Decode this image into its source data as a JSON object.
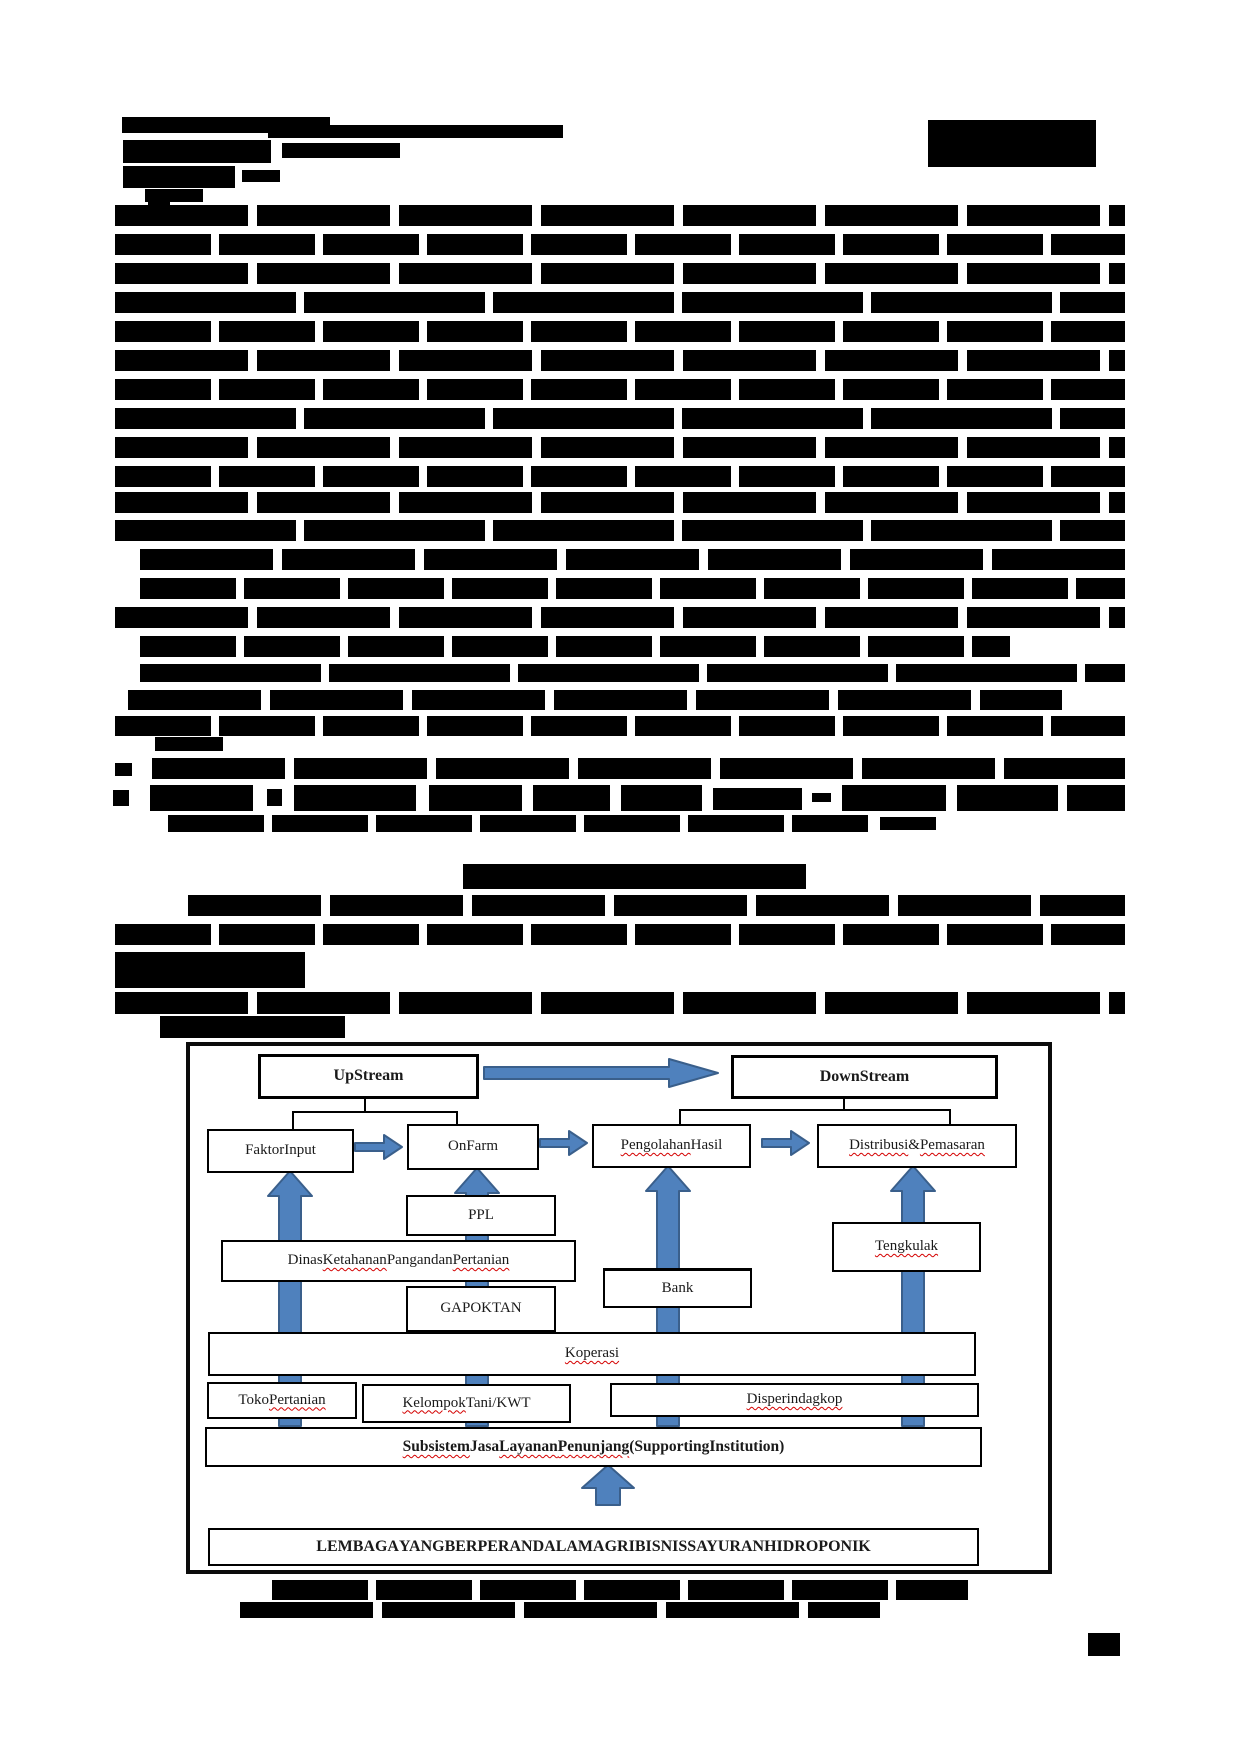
{
  "diagram": {
    "colors": {
      "arrow_fill": "#4f81bd",
      "arrow_border": "#3a5f8b",
      "squiggle": "#d40000",
      "border": "#000000"
    },
    "boxes": {
      "up_stream": {
        "label": "Up Stream"
      },
      "down_stream": {
        "label": "Down Stream"
      },
      "faktor_input": {
        "label": "Faktor Input"
      },
      "on_farm": {
        "label": "On Farm"
      },
      "pengolahan_hasil": {
        "label": "Pengolahan Hasil",
        "misspelled": [
          "Pengolahan"
        ]
      },
      "distribusi_pemasaran": {
        "label": "Distribusi & Pemasaran",
        "misspelled": [
          "Distribusi",
          "Pemasaran"
        ]
      },
      "ppl": {
        "label": "PPL"
      },
      "dinas": {
        "label": "Dinas Ketahanan Pangan dan Pertanian",
        "misspelled": [
          "Ketahanan",
          "Pertanian"
        ]
      },
      "bank": {
        "label": "Bank"
      },
      "tengkulak": {
        "label": "Tengkulak",
        "misspelled": [
          "Tengkulak"
        ]
      },
      "gapoktan": {
        "label": "GAPOKTAN"
      },
      "koperasi": {
        "label": "Koperasi",
        "misspelled": [
          "Koperasi"
        ]
      },
      "toko_pertanian": {
        "label": "Toko Pertanian",
        "misspelled": [
          "Pertanian"
        ]
      },
      "kelompok_tani": {
        "label": "Kelompok Tani/KWT",
        "misspelled": [
          "Kelompok"
        ]
      },
      "disperindagkop": {
        "label": "Disperindagkop",
        "misspelled": [
          "Disperindagkop"
        ]
      },
      "subsistem": {
        "label": "Subsistem Jasa Layanan Penunjang (Supporting Institution)",
        "misspelled": [
          "Subsistem",
          "Layanan",
          "Penunjang"
        ]
      },
      "lembaga": {
        "label": "LEMBAGA YANG BERPERAN DALAM AGRIBISNIS SAYURAN HIDROPONIK"
      }
    }
  },
  "redactions": [
    [
      122,
      117,
      208,
      16,
      0
    ],
    [
      268,
      125,
      295,
      13,
      0
    ],
    [
      123,
      140,
      148,
      23,
      0
    ],
    [
      282,
      143,
      118,
      15,
      0
    ],
    [
      123,
      166,
      112,
      22,
      0
    ],
    [
      242,
      170,
      38,
      12,
      0
    ],
    [
      145,
      189,
      58,
      13,
      0
    ],
    [
      148,
      199,
      22,
      9,
      0
    ],
    [
      928,
      120,
      168,
      47,
      0
    ],
    [
      115,
      205,
      1010,
      21,
      1
    ],
    [
      115,
      234,
      1010,
      21,
      2
    ],
    [
      115,
      263,
      1010,
      21,
      1
    ],
    [
      115,
      292,
      1010,
      21,
      3
    ],
    [
      115,
      321,
      1010,
      21,
      2
    ],
    [
      115,
      350,
      1010,
      21,
      1
    ],
    [
      115,
      379,
      1010,
      21,
      2
    ],
    [
      115,
      408,
      1010,
      21,
      3
    ],
    [
      115,
      437,
      1010,
      21,
      1
    ],
    [
      115,
      466,
      1010,
      21,
      2
    ],
    [
      115,
      492,
      1010,
      21,
      1
    ],
    [
      115,
      520,
      1010,
      21,
      3
    ],
    [
      140,
      549,
      985,
      21,
      1
    ],
    [
      140,
      578,
      985,
      21,
      2
    ],
    [
      115,
      607,
      1010,
      21,
      1
    ],
    [
      140,
      636,
      870,
      21,
      2
    ],
    [
      140,
      664,
      985,
      18,
      3
    ],
    [
      128,
      690,
      934,
      20,
      1
    ],
    [
      115,
      716,
      1010,
      20,
      2
    ],
    [
      155,
      737,
      68,
      14,
      0
    ],
    [
      115,
      763,
      17,
      13,
      0
    ],
    [
      152,
      758,
      973,
      21,
      1
    ],
    [
      113,
      790,
      16,
      16,
      0
    ],
    [
      150,
      785,
      103,
      26,
      0
    ],
    [
      267,
      789,
      15,
      17,
      0
    ],
    [
      294,
      785,
      122,
      26,
      0
    ],
    [
      429,
      785,
      93,
      26,
      0
    ],
    [
      533,
      785,
      77,
      26,
      0
    ],
    [
      621,
      785,
      81,
      26,
      0
    ],
    [
      713,
      788,
      89,
      22,
      0
    ],
    [
      812,
      793,
      19,
      9,
      0
    ],
    [
      842,
      785,
      104,
      26,
      0
    ],
    [
      957,
      785,
      101,
      26,
      0
    ],
    [
      1067,
      785,
      58,
      26,
      0
    ],
    [
      168,
      815,
      700,
      17,
      2
    ],
    [
      880,
      817,
      56,
      13,
      0
    ],
    [
      463,
      864,
      343,
      25,
      0
    ],
    [
      188,
      895,
      937,
      21,
      1
    ],
    [
      115,
      924,
      1010,
      21,
      2
    ],
    [
      115,
      952,
      190,
      36,
      0
    ],
    [
      115,
      992,
      1010,
      22,
      1
    ],
    [
      160,
      1016,
      185,
      22,
      0
    ],
    [
      272,
      1580,
      696,
      20,
      2
    ],
    [
      240,
      1602,
      640,
      16,
      1
    ],
    [
      1088,
      1633,
      32,
      23,
      0
    ]
  ]
}
